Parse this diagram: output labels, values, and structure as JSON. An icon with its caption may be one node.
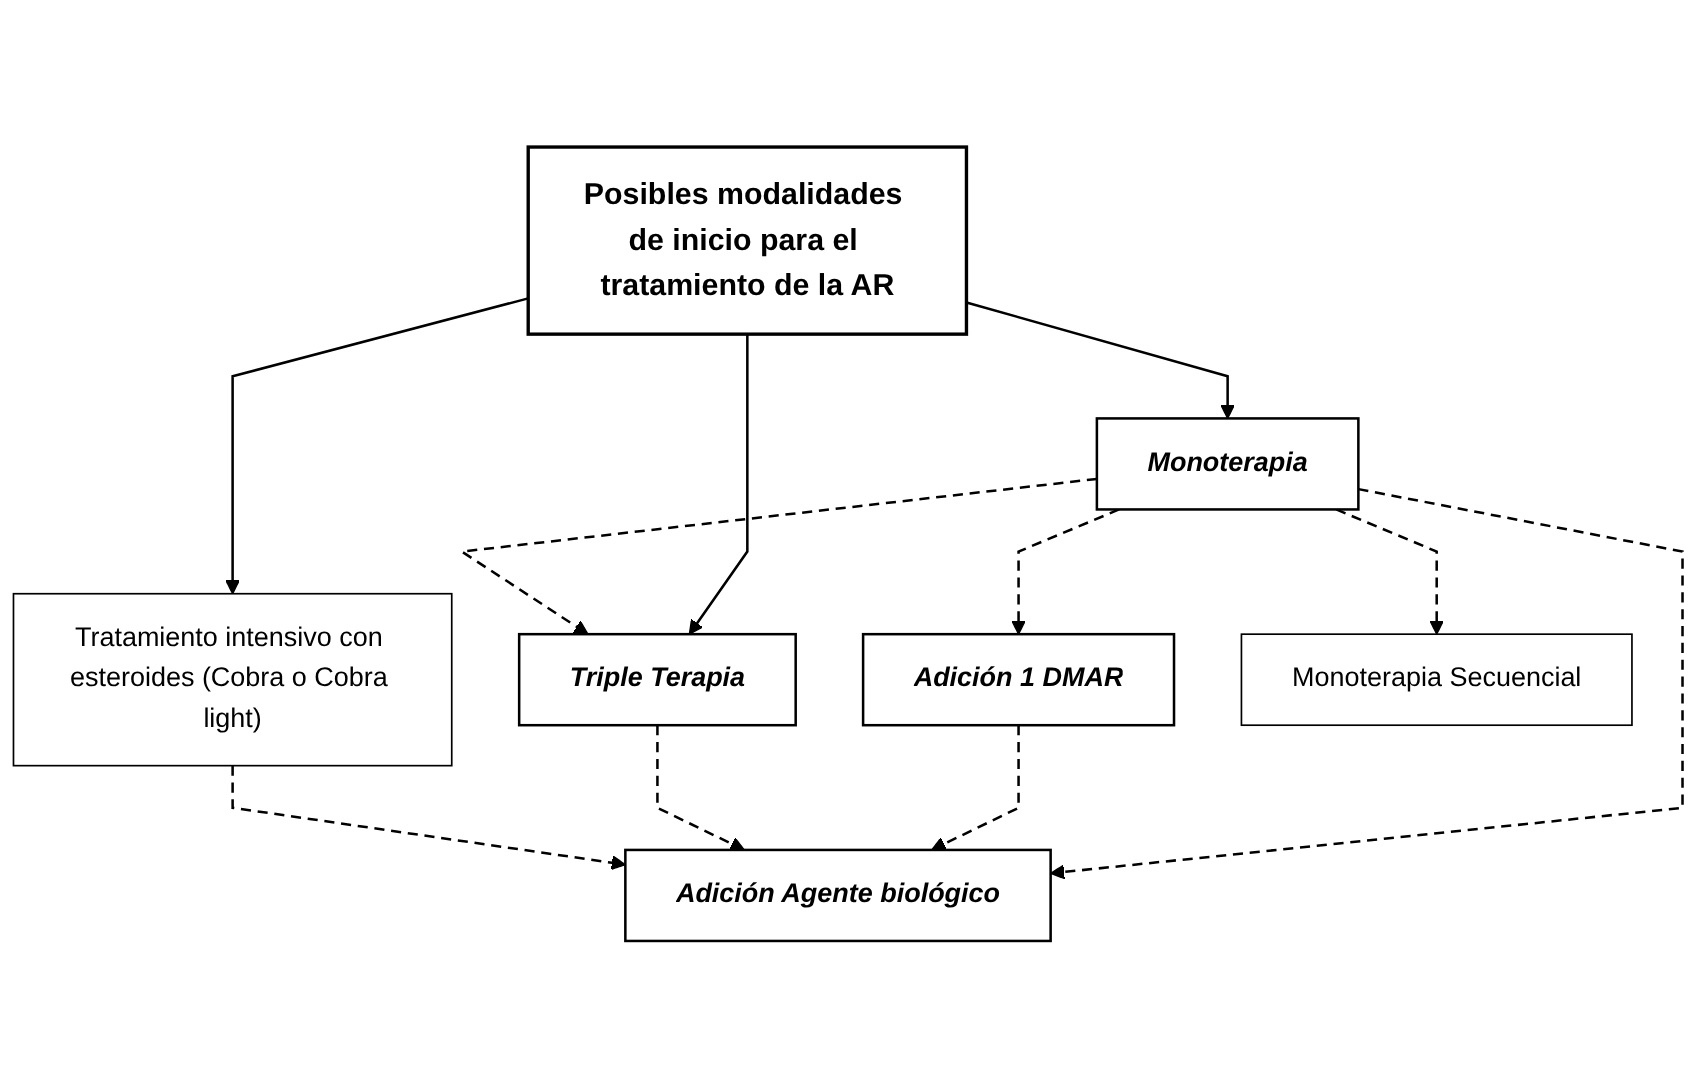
{
  "diagram": {
    "nodes": [
      {
        "text": [
          "Posibles modalidades de inicio para el tratamiento de la AR"
        ]
      },
      {
        "text": [
          "Triple Terapia"
        ]
      },
      {
        "text": [
          "Monoterapia"
        ]
      },
      {
        "text": [
          "Tratamiento intensivo con esteroides (Cobra o Cobra light)"
        ]
      },
      {
        "text": [
          "Adición 1 DMAR"
        ]
      },
      {
        "text": [
          "Monoterapia Secuencial"
        ]
      },
      {
        "text": [
          "Adición Agente biológico"
        ]
      }
    ],
    "edges": [
      {
        "from": 0,
        "to": 2,
        "arrow": "to"
      },
      {
        "from": 0,
        "to": 1,
        "arrow": "to"
      },
      {
        "from": 0,
        "to": 3,
        "arrow": "to"
      },
      {
        "from": 2,
        "to": 1,
        "arrow": "to",
        "style": "dashed"
      },
      {
        "from": 2,
        "to": 4,
        "arrow": "to",
        "style": "dashed"
      },
      {
        "from": 2,
        "to": 5,
        "arrow": "to",
        "style": "dashed"
      },
      {
        "from": 2,
        "to": 6,
        "arrow": "to",
        "style": "dashed"
      },
      {
        "from": 4,
        "to": 6,
        "arrow": "to",
        "style": "dashed"
      },
      {
        "from": 1,
        "to": 6,
        "arrow": "to",
        "style": "dashed"
      },
      {
        "from": 3,
        "to": 6,
        "arrow": "to",
        "style": "dashed"
      }
    ]
  }
}
